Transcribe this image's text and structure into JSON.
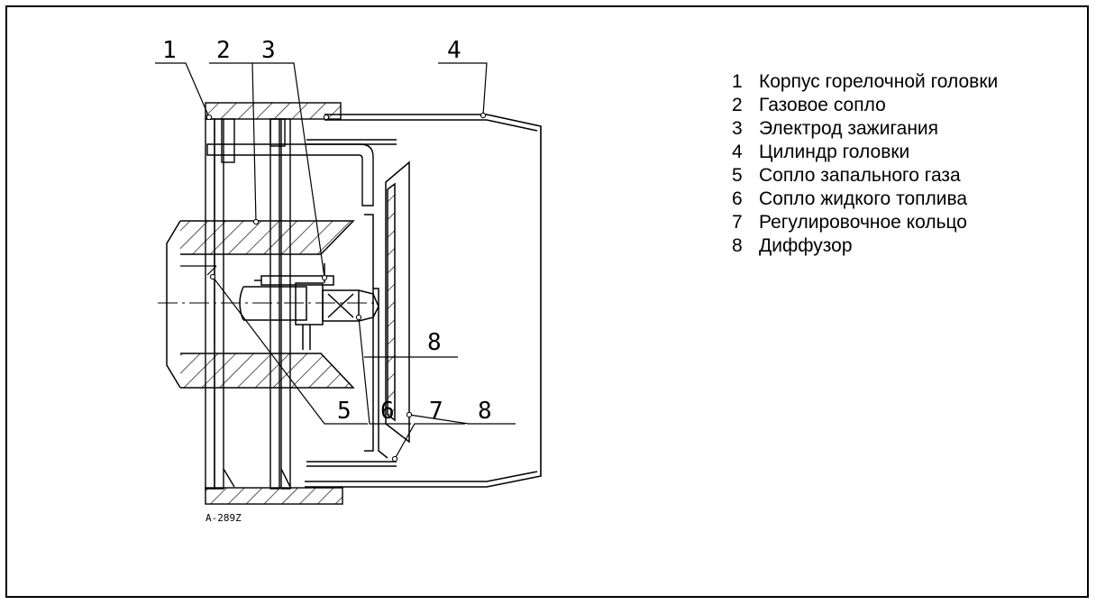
{
  "diagram": {
    "callouts": [
      "1",
      "2",
      "3",
      "4",
      "5",
      "6",
      "7",
      "8"
    ],
    "inline_label": "8",
    "drawing_code": "A-289Z"
  },
  "legend": {
    "items": [
      {
        "num": "1",
        "text": "Корпус горелочной головки"
      },
      {
        "num": "2",
        "text": "Газовое сопло"
      },
      {
        "num": "3",
        "text": "Электрод зажигания"
      },
      {
        "num": "4",
        "text": "Цилиндр головки"
      },
      {
        "num": "5",
        "text": "Сопло запального газа"
      },
      {
        "num": "6",
        "text": "Сопло жидкого топлива"
      },
      {
        "num": "7",
        "text": "Регулировочное кольцо"
      },
      {
        "num": "8",
        "text": "Диффузор"
      }
    ]
  }
}
